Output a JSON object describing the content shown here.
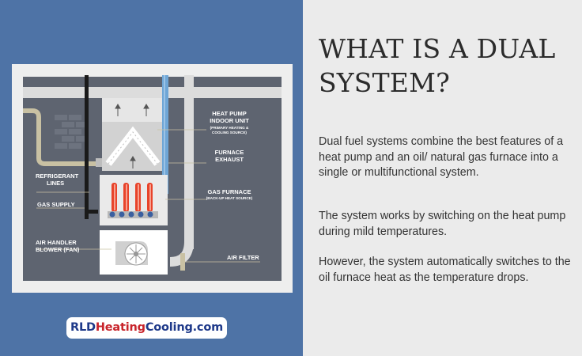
{
  "diagram": {
    "labels": {
      "heat_pump_line1": "HEAT PUMP",
      "heat_pump_line2": "INDOOR UNIT",
      "heat_pump_sub1": "(PRIMARY HEATING &",
      "heat_pump_sub2": "COOLING SOURCE)",
      "furnace_exhaust_line1": "FURNACE",
      "furnace_exhaust_line2": "EXHAUST",
      "gas_furnace": "GAS FURNACE",
      "gas_furnace_sub": "(BACK-UP HEAT SOURCE)",
      "refrigerant_line1": "REFRIGERANT",
      "refrigerant_line2": "LINES",
      "gas_supply": "GAS SUPPLY",
      "air_handler_line1": "AIR HANDLER",
      "air_handler_line2": "BLOWER (FAN)",
      "air_filter": "AIR FILTER"
    }
  },
  "brand": {
    "part1": "RLD",
    "part2": "Heating",
    "part3": "Cooling.com"
  },
  "content": {
    "title": "WHAT IS A DUAL SYSTEM?",
    "paragraph1": "Dual fuel systems combine the best features of a heat pump and an oil/ natural gas furnace into a single or multifunctional system.",
    "paragraph2": "The system works by switching on the heat pump during mild temperatures.",
    "paragraph3": "However, the system automatically switches to the oil furnace heat as the temperature drops."
  },
  "colors": {
    "left_panel": "#4e73a6",
    "diagram_bg": "#5e6470",
    "pipe_tan": "#c9c1a3",
    "duct_light": "#dcdcdc",
    "exhaust_blue": "#6fa6d6",
    "flame_red": "#e8432a",
    "brand_blue": "#1f3a8a",
    "brand_red": "#c8242b"
  }
}
